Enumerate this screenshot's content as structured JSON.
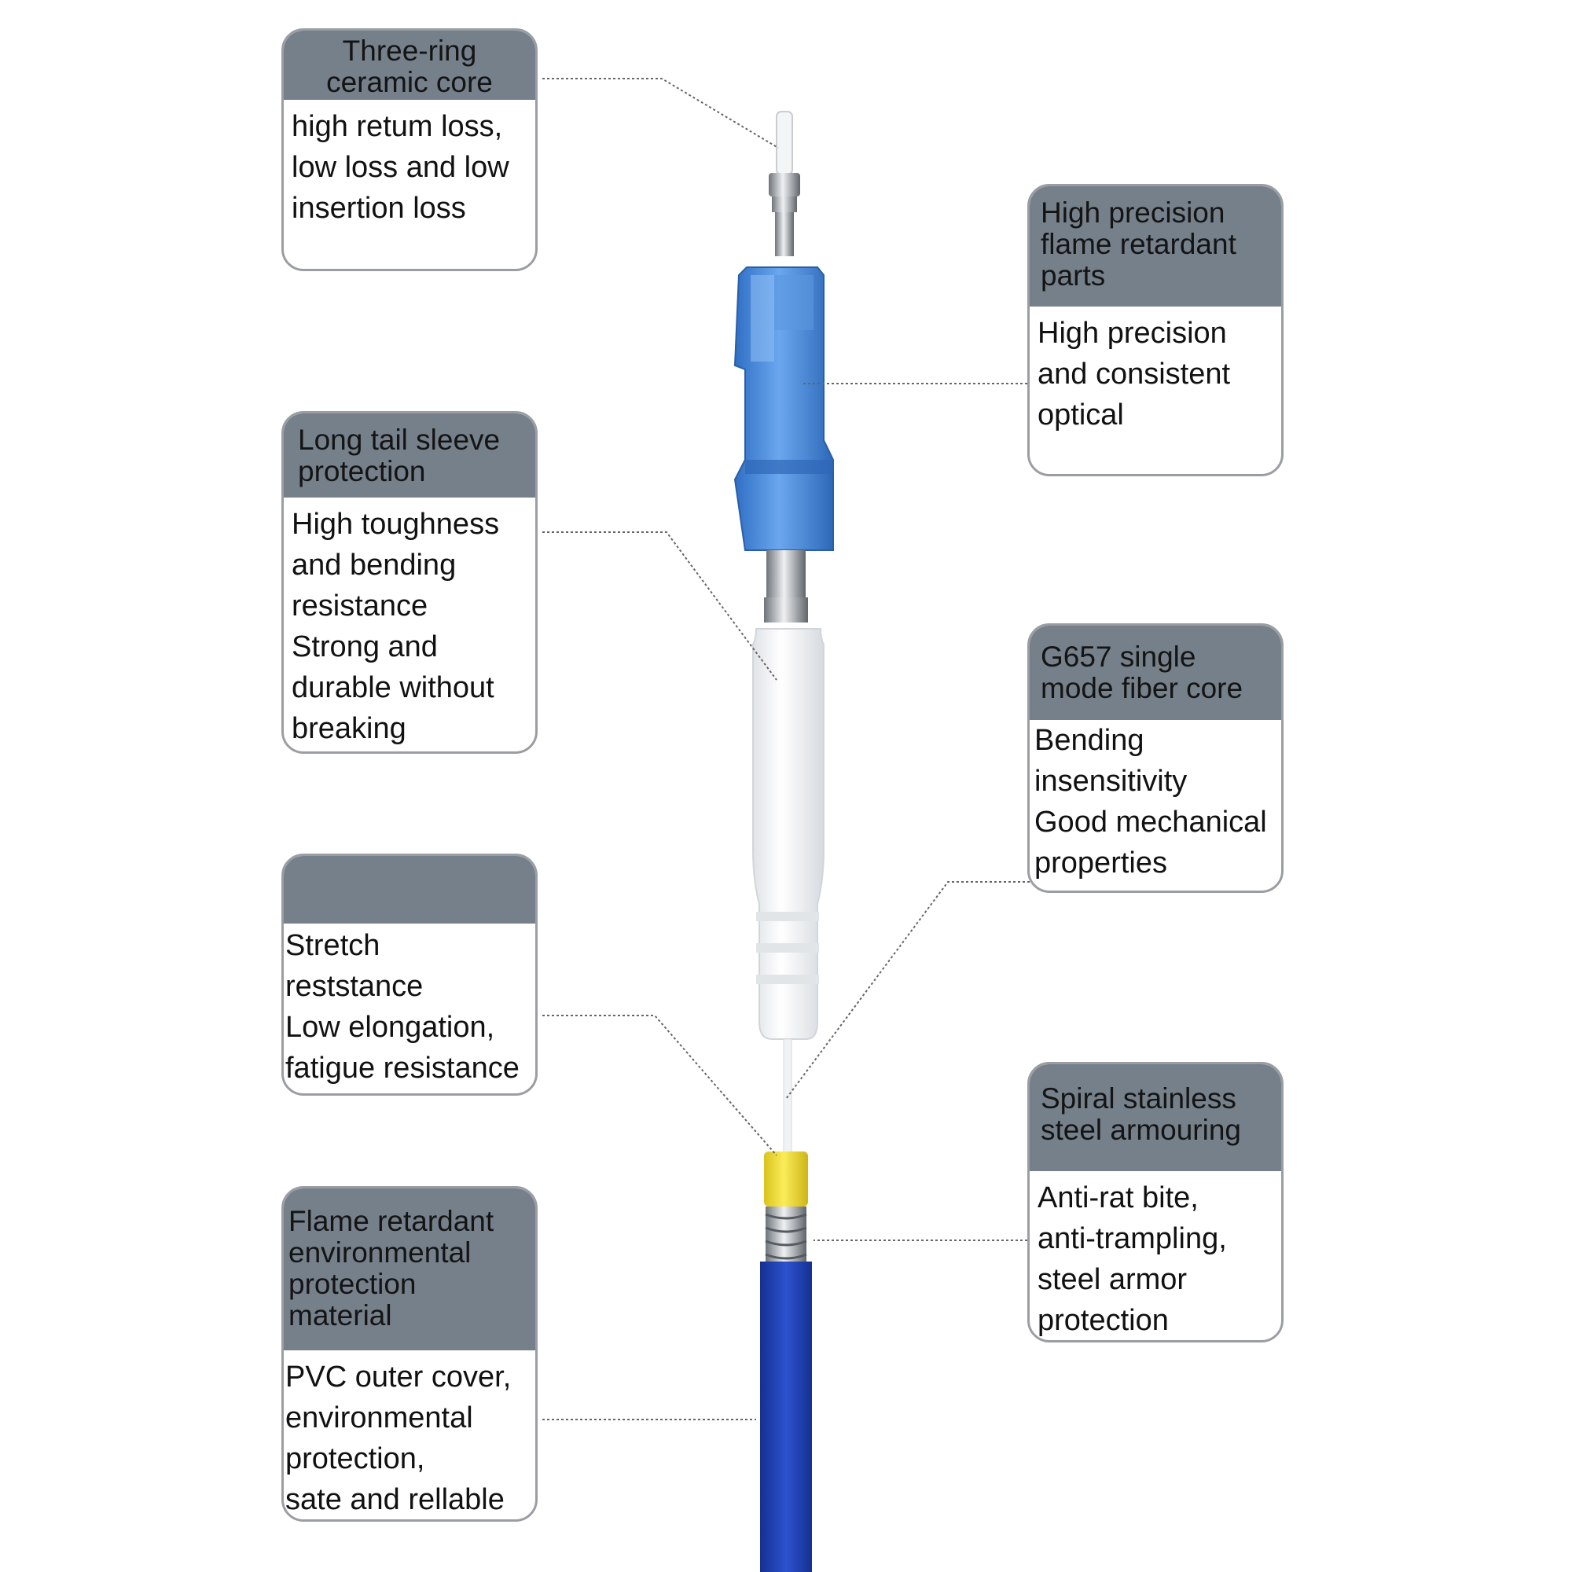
{
  "callouts": {
    "ceramic_core": {
      "title": "Three-ring\nceramic core",
      "text": "high retum loss,\nlow loss and low\ninsertion loss"
    },
    "flame_parts": {
      "title": "High precision\nflame retardant\nparts",
      "text": "High precision\nand consistent\noptical"
    },
    "tail_sleeve": {
      "title": "Long tail sleeve\nprotection",
      "text": "High toughness\nand bending\nresistance\nStrong and\ndurable without\nbreaking"
    },
    "fiber_core": {
      "title": "G657 single\nmode fiber core",
      "text": "Bending\ninsensitivity\nGood mechanical\nproperties"
    },
    "stretch": {
      "title": "",
      "text": "Stretch\nreststance\nLow elongation,\nfatigue resistance"
    },
    "armouring": {
      "title": "Spiral stainless\nsteel armouring",
      "text": "Anti-rat bite,\nanti-trampling,\nsteel armor\nprotection"
    },
    "pvc_material": {
      "title": "Flame retardant\nenvironmental\nprotection\nmaterial",
      "text": "PVC outer cover,\nenvironmental\nprotection,\nsate and rellable"
    }
  },
  "colors": {
    "callout_header": "#75808b",
    "callout_border": "#9a9ea3",
    "connector_blue": "#3f86d6",
    "cable_blue": "#1c3fb8",
    "boot_white": "#f1f3f5",
    "buffer_yellow": "#f2dd2c",
    "steel": "#a7adb3",
    "leader_line": "#666666"
  }
}
